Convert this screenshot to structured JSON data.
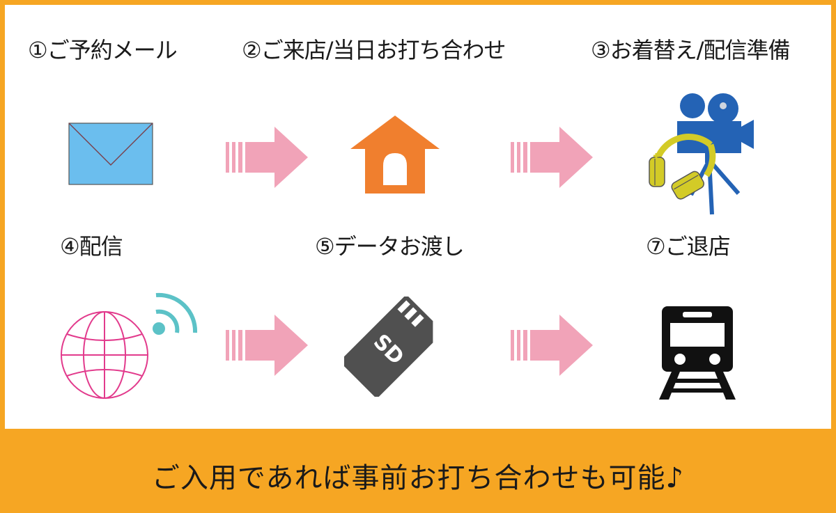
{
  "steps": {
    "mail": "①ご予約メール",
    "visit": "②ご来店/当日お打ち合わせ",
    "prepare": "③お着替え/配信準備",
    "stream": "④配信",
    "data": "⑤データお渡し",
    "exit": "⑦ご退店"
  },
  "sd_card_text": "SD",
  "footer": "ご入用であれば事前お打ち合わせも可能♪",
  "colors": {
    "frame": "#f6a623",
    "arrow": "#f1a3b8",
    "envelope": "#6bbeee",
    "house": "#f07f2e",
    "camera": "#2463b5",
    "headphones": "#d3cb27",
    "globe": "#e23a8c",
    "signal": "#5cc2c7",
    "sd": "#505050"
  }
}
